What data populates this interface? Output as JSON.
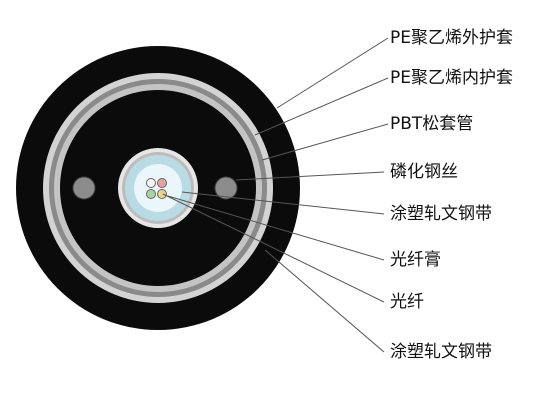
{
  "diagram": {
    "labels": [
      {
        "id": "outer-sheath",
        "text": "PE聚乙烯外护套"
      },
      {
        "id": "inner-sheath",
        "text": "PE聚乙烯内护套"
      },
      {
        "id": "loose-tube",
        "text": "PBT松套管"
      },
      {
        "id": "steel-wire",
        "text": "磷化钢丝"
      },
      {
        "id": "steel-tape-1",
        "text": "涂塑轧文钢带"
      },
      {
        "id": "fiber-gel",
        "text": "光纤膏"
      },
      {
        "id": "optical-fiber",
        "text": "光纤"
      },
      {
        "id": "steel-tape-2",
        "text": "涂塑轧文钢带"
      }
    ],
    "colors": {
      "sheath": "#0a0a0a",
      "tape": "#cfcfcf",
      "tube": "#b8d9e0",
      "gel": "#e8f4f8"
    }
  }
}
